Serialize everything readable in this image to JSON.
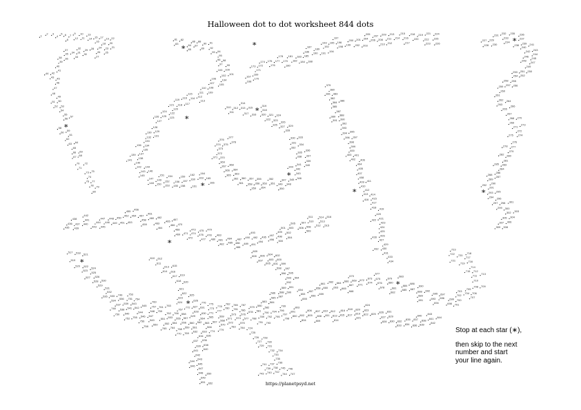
{
  "title": "Halloween dot to dot worksheet 844 dots",
  "total_dots": 844,
  "star_count": 14,
  "instructions": {
    "line1": "Stop at each star (∗),",
    "line2": "then skip to the next number and start your line again."
  },
  "footer": "https://planetpsyd.net"
}
